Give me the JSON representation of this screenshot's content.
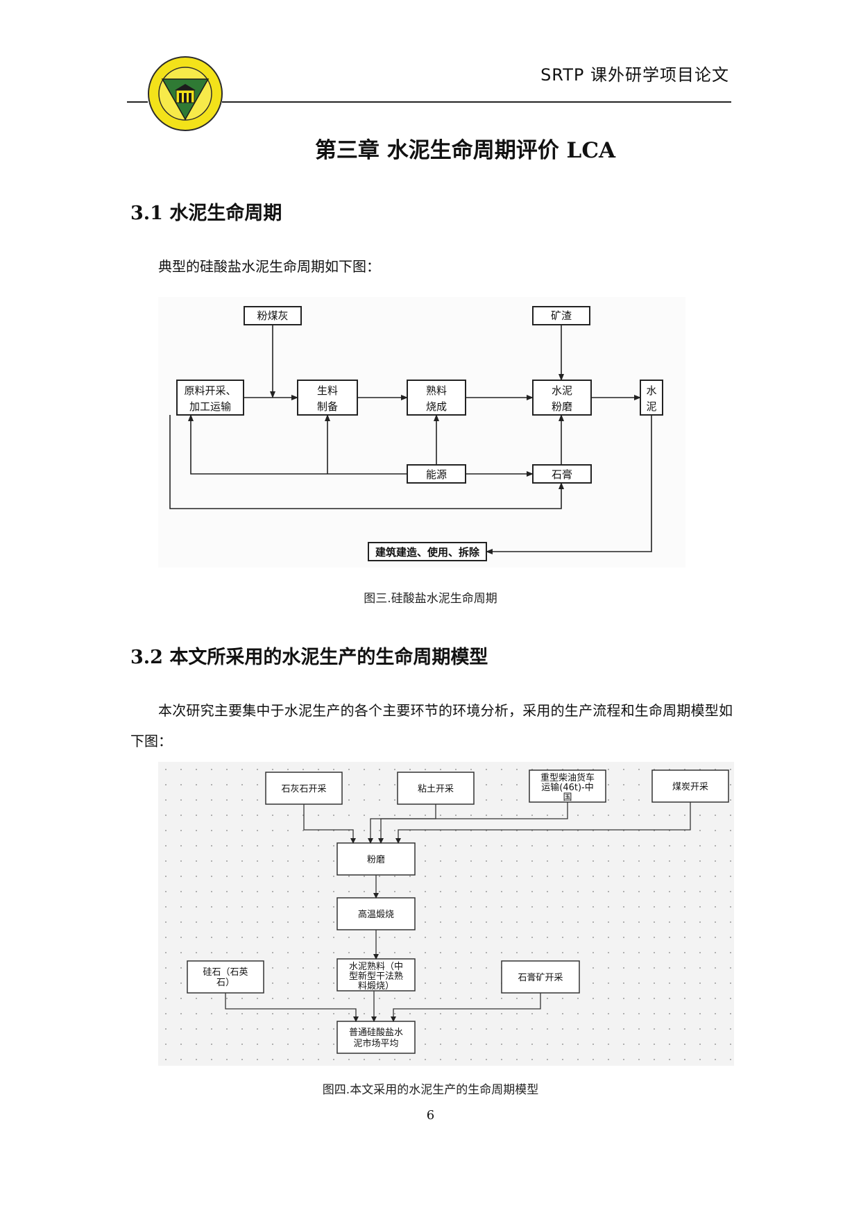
{
  "header": {
    "title": "SRTP 课外研学项目论文"
  },
  "chapter_title": "第三章  水泥生命周期评价 LCA",
  "section_1": {
    "title": "3.1 水泥生命周期",
    "intro": "典型的硅酸盐水泥生命周期如下图："
  },
  "figure_3": {
    "boxes": {
      "flyash": "粉煤灰",
      "slag": "矿渣",
      "raw_line1": "原料开采、",
      "raw_line2": "加工运输",
      "rawmeal_line1": "生料",
      "rawmeal_line2": "制备",
      "clinker_line1": "熟料",
      "clinker_line2": "烧成",
      "grind_line1": "水泥",
      "grind_line2": "粉磨",
      "cement_line1": "水",
      "cement_line2": "泥",
      "energy": "能源",
      "gypsum": "石膏",
      "building": "建筑建造、使用、拆除"
    },
    "caption": "图三.硅酸盐水泥生命周期"
  },
  "section_2": {
    "title": "3.2 本文所采用的水泥生产的生命周期模型",
    "intro": "本次研究主要集中于水泥生产的各个主要环节的环境分析，采用的生产流程和生命周期模型如下图："
  },
  "figure_4": {
    "boxes": {
      "limestone": "石灰石开采",
      "clay": "粘土开采",
      "truck_line1": "重型柴油货车",
      "truck_line2": "运输(46t)-中",
      "truck_line3": "国",
      "coal": "煤炭开采",
      "grinding": "粉磨",
      "calcination": "高温煅烧",
      "clinker_line1": "水泥熟料（中",
      "clinker_line2": "型新型干法熟",
      "clinker_line3": "料煅烧）",
      "silica_line1": "硅石（石英",
      "silica_line2": "石）",
      "gypsum": "石膏矿开采",
      "product_line1": "普通硅酸盐水",
      "product_line2": "泥市场平均"
    },
    "caption": "图四.本文采用的水泥生产的生命周期模型"
  },
  "page_number": "6"
}
